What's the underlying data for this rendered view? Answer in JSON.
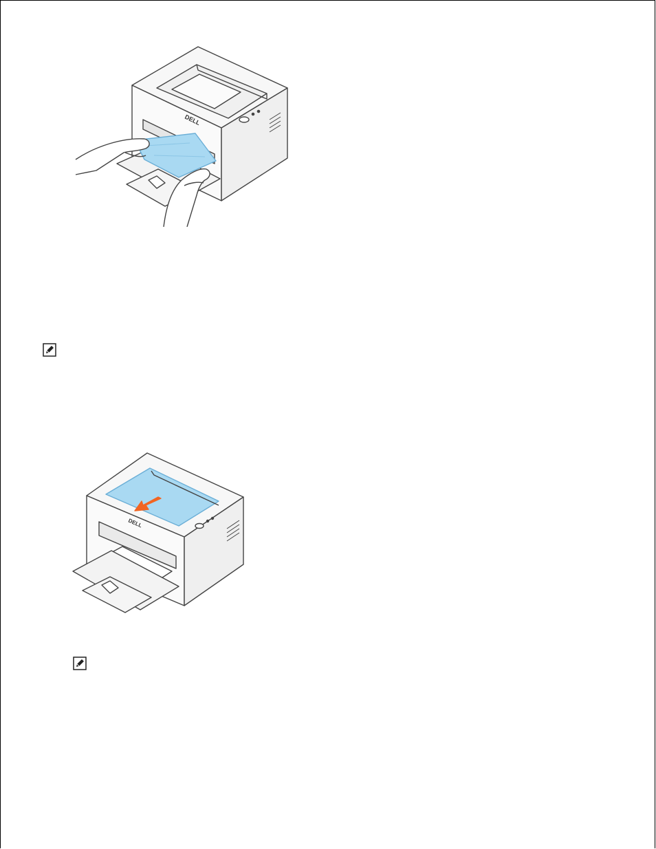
{
  "illustrations": [
    {
      "icon": "printer-paper-jam-front-removal-illustration",
      "logo_text": "DELL"
    },
    {
      "icon": "printer-paper-jam-top-output-removal-illustration",
      "logo_text": "DELL"
    }
  ],
  "notes": [
    {
      "icon": "note-pencil-icon"
    },
    {
      "icon": "note-pencil-icon"
    }
  ],
  "colors": {
    "paper_blue": "#a9d9f2",
    "arrow_orange": "#f26522",
    "printer_body": "#f7f7f7",
    "outline": "#444444"
  }
}
